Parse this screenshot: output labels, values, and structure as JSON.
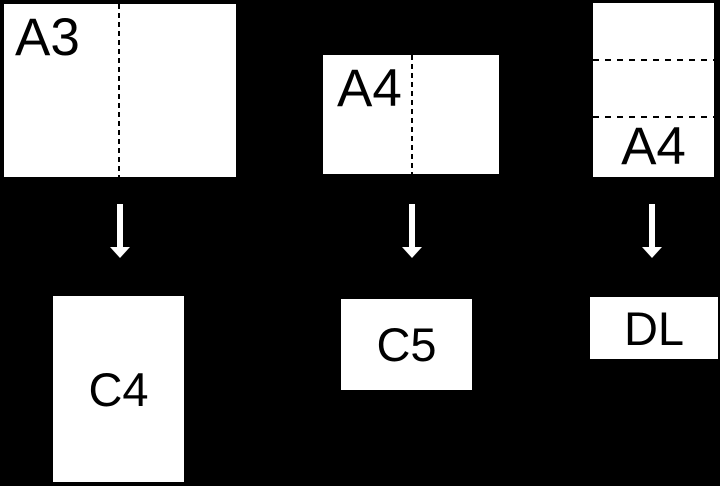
{
  "diagram": {
    "description_colors": {
      "background": "#000000",
      "paper": "#ffffff",
      "label_text": "#000000",
      "fold_line": "#000000",
      "arrow": "#ffffff"
    },
    "groups": [
      {
        "sheet_label": "A3",
        "sheet_orientation": "landscape",
        "fold": "vertical-half",
        "result_label": "C4"
      },
      {
        "sheet_label": "A4",
        "sheet_orientation": "landscape",
        "fold": "vertical-half",
        "result_label": "C5"
      },
      {
        "sheet_label": "A4",
        "sheet_orientation": "portrait",
        "fold": "horizontal-thirds",
        "result_label": "DL"
      }
    ]
  }
}
